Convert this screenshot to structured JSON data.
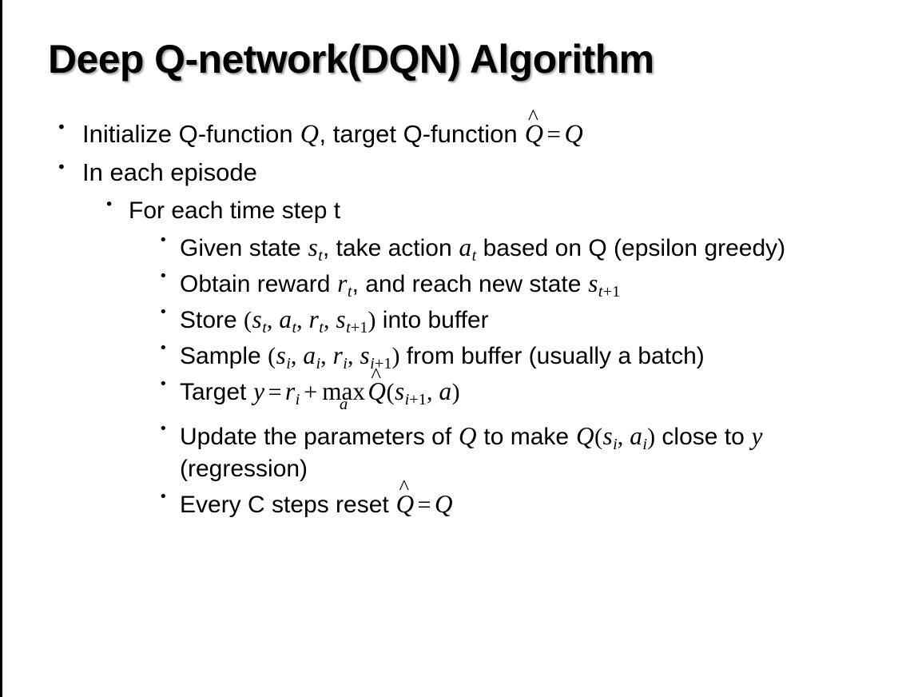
{
  "slide": {
    "title": "Deep Q-network(DQN) Algorithm",
    "background_color": "#ffffff",
    "text_color": "#000000",
    "border_color": "#000000",
    "bullet_glyph": "•"
  },
  "content": {
    "l1_initialize": {
      "pre": "Initialize Q-function ",
      "var_q1": "Q",
      "mid": ", target Q-function ",
      "hat_q": "Q",
      "hat_mark": "^",
      "equals": "=",
      "var_q2": "Q"
    },
    "l1_episode": {
      "text": "In each episode"
    },
    "l2_timestep": {
      "text": "For each time step t"
    },
    "l3_given": {
      "pre": "Given state ",
      "var_s": "s",
      "sub_s": "t",
      "mid": ", take action ",
      "var_a": "a",
      "sub_a": "t",
      "post": " based on Q (epsilon greedy)"
    },
    "l3_obtain": {
      "pre": "Obtain reward ",
      "var_r": "r",
      "sub_r": "t",
      "mid": ", and reach new state ",
      "var_s": "s",
      "sub_s_base": "t",
      "sub_s_plus": "+1"
    },
    "l3_store": {
      "pre": "Store ",
      "open": "(",
      "var_s1": "s",
      "sub_s1": "t",
      "c1": ", ",
      "var_a": "a",
      "sub_a": "t",
      "c2": ", ",
      "var_r": "r",
      "sub_r": "t",
      "c3": ", ",
      "var_s2": "s",
      "sub_s2_base": "t",
      "sub_s2_plus": "+1",
      "close": ")",
      "post": " into buffer"
    },
    "l3_sample": {
      "pre": "Sample ",
      "open": "(",
      "var_s1": "s",
      "sub_s1": "i",
      "c1": ", ",
      "var_a": "a",
      "sub_a": "i",
      "c2": ", ",
      "var_r": "r",
      "sub_r": "i",
      "c3": ", ",
      "var_s2": "s",
      "sub_s2_base": "i",
      "sub_s2_plus": "+1",
      "close": ")",
      "post": " from buffer (usually a batch)"
    },
    "l3_target": {
      "pre": "Target ",
      "var_y": "y",
      "equals": "=",
      "var_r": "r",
      "sub_r": "i",
      "plus": "+",
      "max_op": "max",
      "max_limit": "a",
      "hat_q": "Q",
      "hat_mark": "^",
      "open": "(",
      "var_s": "s",
      "sub_s_base": "i",
      "sub_s_plus": "+1",
      "comma": ", ",
      "var_a": "a",
      "close": ")"
    },
    "l3_update": {
      "pre": "Update the parameters of ",
      "var_q1": "Q",
      "mid": " to make ",
      "var_q2": "Q",
      "open": "(",
      "var_s": "s",
      "sub_s": "i",
      "comma": ", ",
      "var_a": "a",
      "sub_a": "i",
      "close": ")",
      "post": " close to ",
      "var_y": "y",
      "tail": " (regression)"
    },
    "l3_reset": {
      "pre": "Every C steps reset ",
      "hat_q": "Q",
      "hat_mark": "^",
      "equals": "=",
      "var_q": "Q"
    }
  }
}
